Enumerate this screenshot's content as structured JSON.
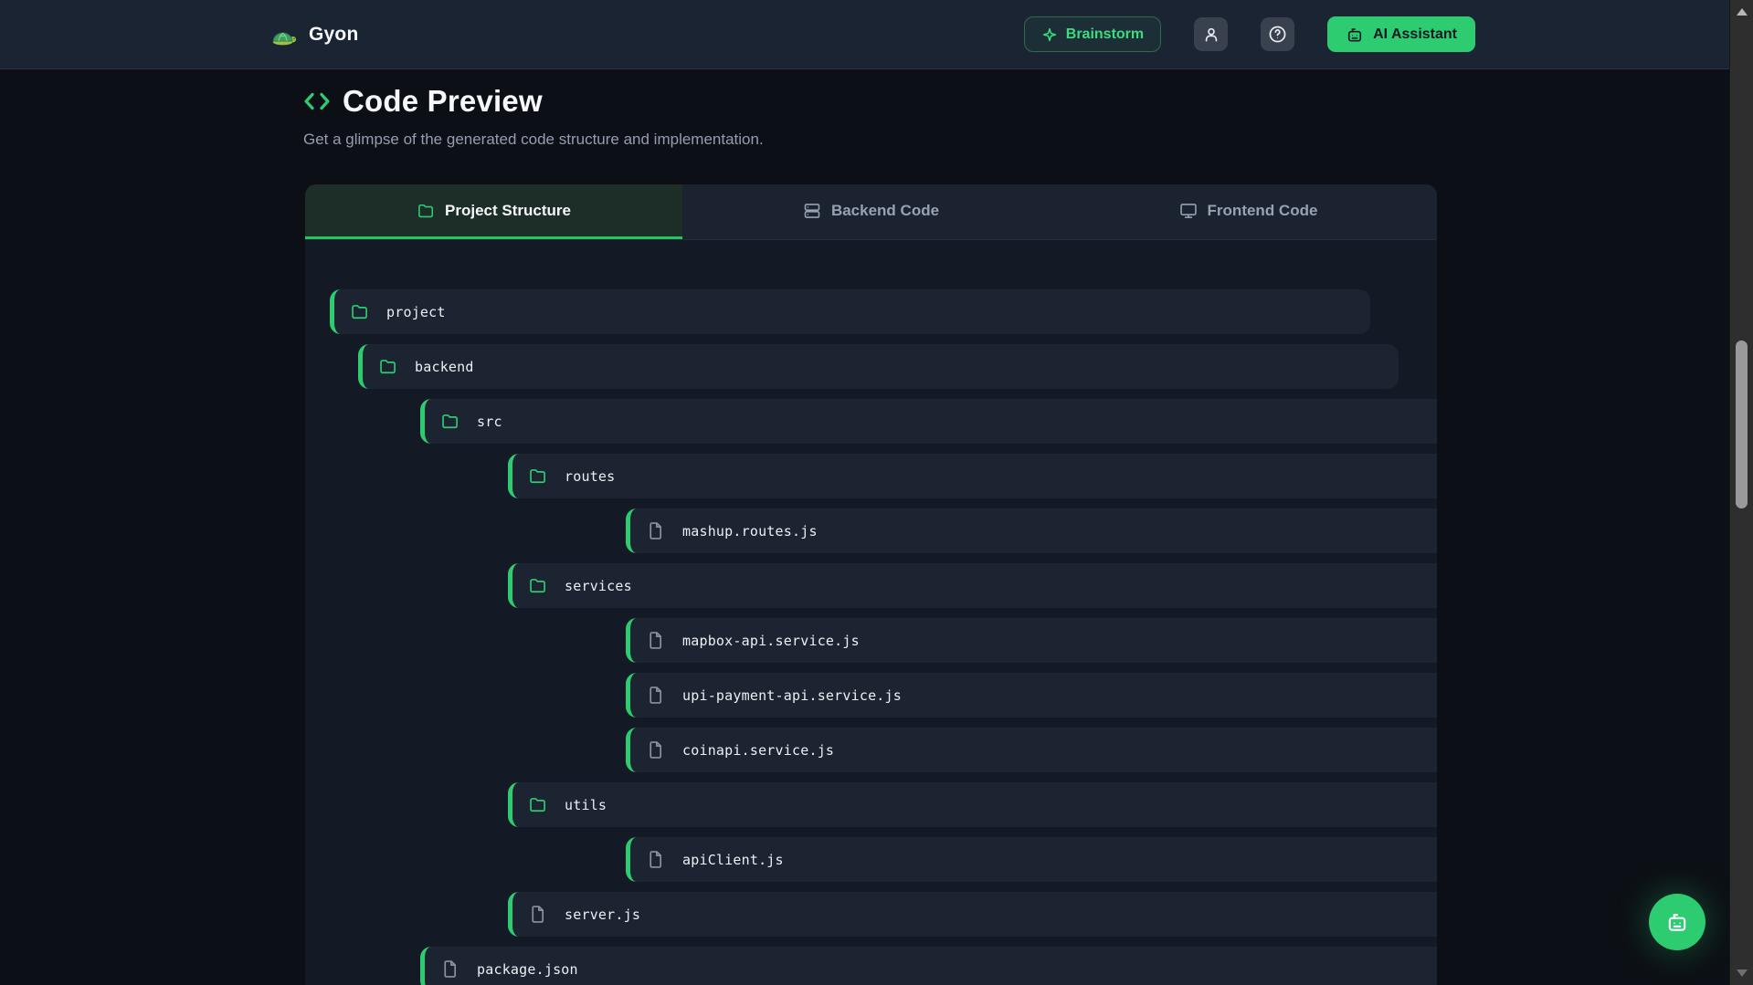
{
  "header": {
    "brand": "Gyon",
    "brainstorm_label": "Brainstorm",
    "ai_assistant_label": "AI Assistant"
  },
  "page": {
    "title": "Code Preview",
    "subtitle": "Get a glimpse of the generated code structure and implementation."
  },
  "tabs": [
    {
      "label": "Project Structure",
      "icon": "folder-icon",
      "active": true
    },
    {
      "label": "Backend Code",
      "icon": "server-icon",
      "active": false
    },
    {
      "label": "Frontend Code",
      "icon": "monitor-icon",
      "active": false
    }
  ],
  "tree": [
    {
      "name": "project",
      "type": "folder",
      "depth": 0
    },
    {
      "name": "backend",
      "type": "folder",
      "depth": 1
    },
    {
      "name": "src",
      "type": "folder",
      "depth": 2
    },
    {
      "name": "routes",
      "type": "folder",
      "depth": 3
    },
    {
      "name": "mashup.routes.js",
      "type": "file",
      "depth": 4
    },
    {
      "name": "services",
      "type": "folder",
      "depth": 3
    },
    {
      "name": "mapbox-api.service.js",
      "type": "file",
      "depth": 4
    },
    {
      "name": "upi-payment-api.service.js",
      "type": "file",
      "depth": 4
    },
    {
      "name": "coinapi.service.js",
      "type": "file",
      "depth": 4
    },
    {
      "name": "utils",
      "type": "folder",
      "depth": 3
    },
    {
      "name": "apiClient.js",
      "type": "file",
      "depth": 4
    },
    {
      "name": "server.js",
      "type": "file",
      "depth": 3
    },
    {
      "name": "package.json",
      "type": "file",
      "depth": 2
    }
  ],
  "colors": {
    "accent_green": "#2ecc71",
    "underline_green": "#22c55e",
    "header_bg": "#1b2433",
    "page_bg": "#0c1016",
    "card_bg": "#141a25",
    "row_bg": "#1d2431",
    "active_tab_bg": "#1d2d28",
    "text_muted": "#949db1",
    "file_icon_gray": "#8b93a3"
  }
}
